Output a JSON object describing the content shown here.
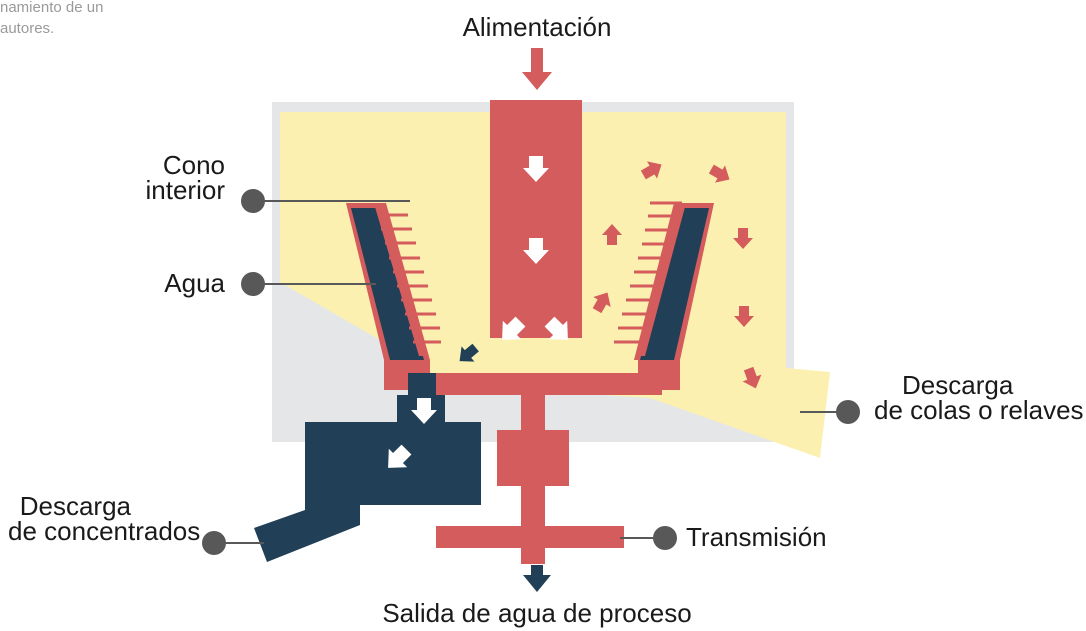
{
  "corner_text": [
    "namiento de un",
    "autores."
  ],
  "labels": {
    "feed": "Alimentación",
    "inner_cone": [
      "Cono",
      "interior"
    ],
    "water": "Agua",
    "tailings": [
      "Descarga",
      "de colas o relaves"
    ],
    "concentrates": [
      "Descarga",
      "de concentrados"
    ],
    "transmission": "Transmisión",
    "process_water": "Salida de agua de proceso"
  },
  "colors": {
    "housing_gray": "#e5e6e8",
    "slurry_yellow": "#fbf0b0",
    "feed_red": "#d45c5c",
    "concentrate_navy": "#213f56",
    "callout_gray": "#585858",
    "arrow_white": "#ffffff"
  }
}
